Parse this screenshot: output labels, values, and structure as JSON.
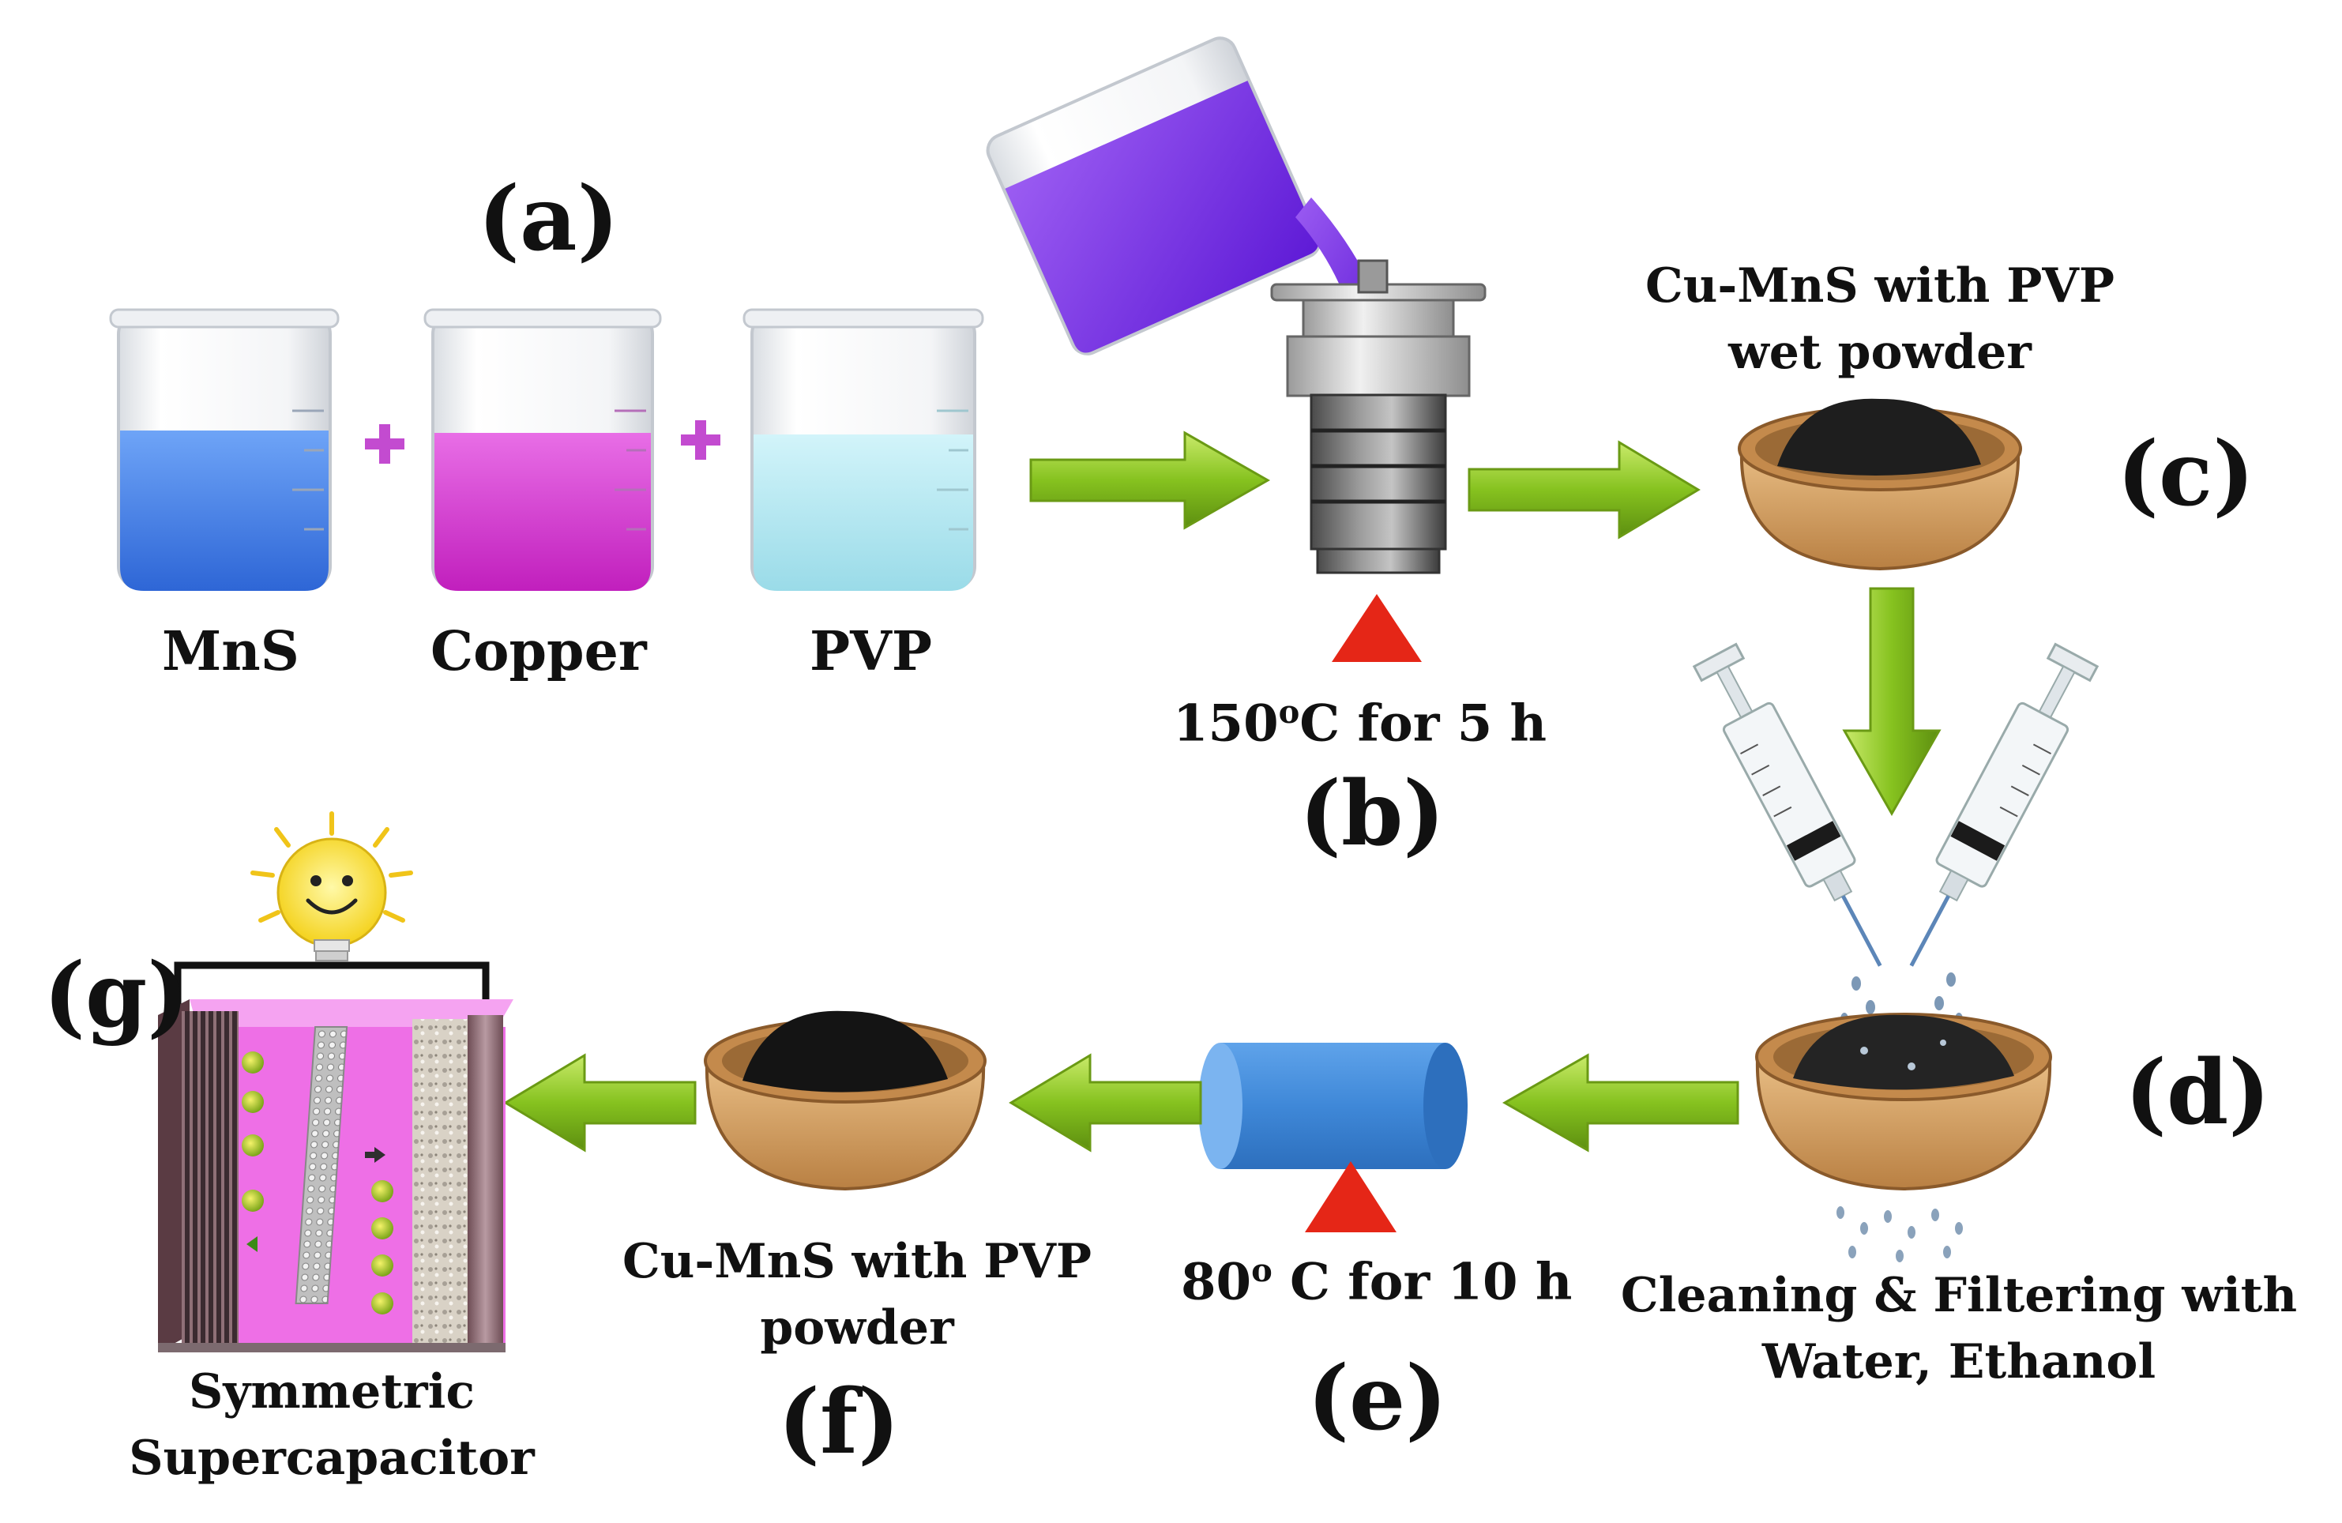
{
  "steps": {
    "a": "(a)",
    "b": "(b)",
    "c": "(c)",
    "d": "(d)",
    "e": "(e)",
    "f": "(f)",
    "g": "(g)"
  },
  "beakers": {
    "mns": "MnS",
    "copper": "Copper",
    "pvp": "PVP"
  },
  "conditions": {
    "b_temp": "150",
    "b_deg": "o",
    "b_rest": "C for 5 h",
    "e_temp": "80",
    "e_deg": "o",
    "e_rest": " C for 10 h"
  },
  "captions": {
    "c_line1": "Cu-MnS with PVP",
    "c_line2": "wet powder",
    "d_line1": "Cleaning & Filtering with",
    "d_line2": "Water, Ethanol",
    "f_line1": "Cu-MnS with PVP",
    "f_line2": "powder",
    "g_line1": "Symmetric",
    "g_line2": "Supercapacitor"
  },
  "colors": {
    "mns_solution": "#3f7fe8",
    "copper_solution": "#d62fd2",
    "pvp_solution": "#a9e6f0",
    "pour_solution": "#7a2fe6",
    "arrow": "#7fba1c",
    "heat": "#e52617",
    "dryer": "#3f88d8",
    "bowl": "#d7a56d",
    "powder": "#1e1e1e",
    "electrolyte": "#ee6fe6"
  },
  "icons": [
    "beaker-icon",
    "plus-icon",
    "autoclave-icon",
    "pouring-beaker-icon",
    "bowl-icon",
    "syringe-icon",
    "drying-oven-icon",
    "heat-triangle-icon",
    "light-bulb-icon",
    "supercapacitor-icon",
    "arrow-right-icon",
    "arrow-down-icon",
    "arrow-left-icon"
  ]
}
